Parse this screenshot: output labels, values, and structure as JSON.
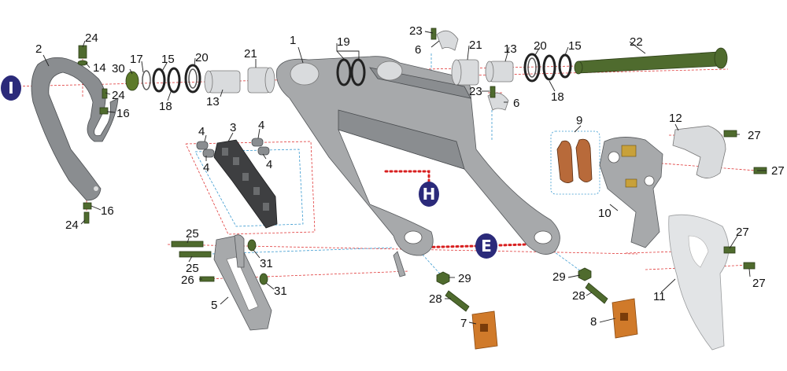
{
  "diagram": {
    "markers": [
      {
        "id": "I",
        "label": "I"
      },
      {
        "id": "H",
        "label": "H"
      },
      {
        "id": "E",
        "label": "E"
      }
    ],
    "callouts": {
      "c1": "1",
      "c2": "2",
      "c3": "3",
      "c4a": "4",
      "c4b": "4",
      "c4c": "4",
      "c4d": "4",
      "c5": "5",
      "c6a": "6",
      "c6b": "6",
      "c7": "7",
      "c8": "8",
      "c9": "9",
      "c10": "10",
      "c11": "11",
      "c12": "12",
      "c13a": "13",
      "c13b": "13",
      "c14": "14",
      "c15a": "15",
      "c15b": "15",
      "c16a": "16",
      "c16b": "16",
      "c17": "17",
      "c18a": "18",
      "c18b": "18",
      "c19": "19",
      "c20a": "20",
      "c20b": "20",
      "c21a": "21",
      "c21b": "21",
      "c22": "22",
      "c23a": "23",
      "c23b": "23",
      "c24a": "24",
      "c24b": "24",
      "c24c": "24",
      "c25a": "25",
      "c25b": "25",
      "c26": "26",
      "c27a": "27",
      "c27b": "27",
      "c27c": "27",
      "c27d": "27",
      "c28a": "28",
      "c28b": "28",
      "c29a": "29",
      "c29b": "29",
      "c30": "30",
      "c31a": "31",
      "c31b": "31"
    },
    "colors": {
      "marker_fill": "#2b2a7a",
      "alignment_red": "#e03a3a",
      "alignment_blue": "#3a9ad0",
      "bolt_green": "#4f6b2e",
      "metal_grey": "#a7a9ab",
      "copper": "#d07a2a"
    }
  }
}
